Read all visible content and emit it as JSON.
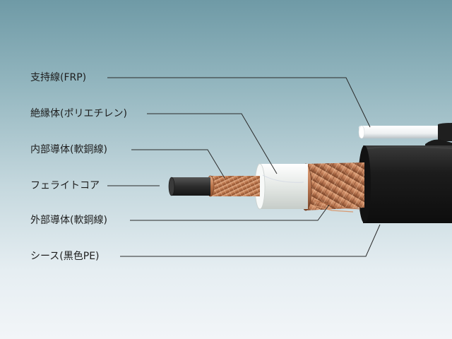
{
  "labels": {
    "support_wire": "支持線(FRP)",
    "insulator": "絶縁体(ポリエチレン)",
    "inner_conductor": "内部導体(軟銅線)",
    "ferrite_core": "フェライトコア",
    "outer_conductor": "外部導体(軟銅線)",
    "sheath": "シース(黒色PE)"
  },
  "colors": {
    "background_top": "#6f9aa6",
    "background_bottom": "#f2f5f8",
    "sheath": "#1b1b1b",
    "copper": "#c98a5e",
    "insulator": "#e9ece8",
    "ferrite": "#2f2f2f",
    "frp": "#f4f6f7",
    "leader_line": "#2a2a2a"
  }
}
